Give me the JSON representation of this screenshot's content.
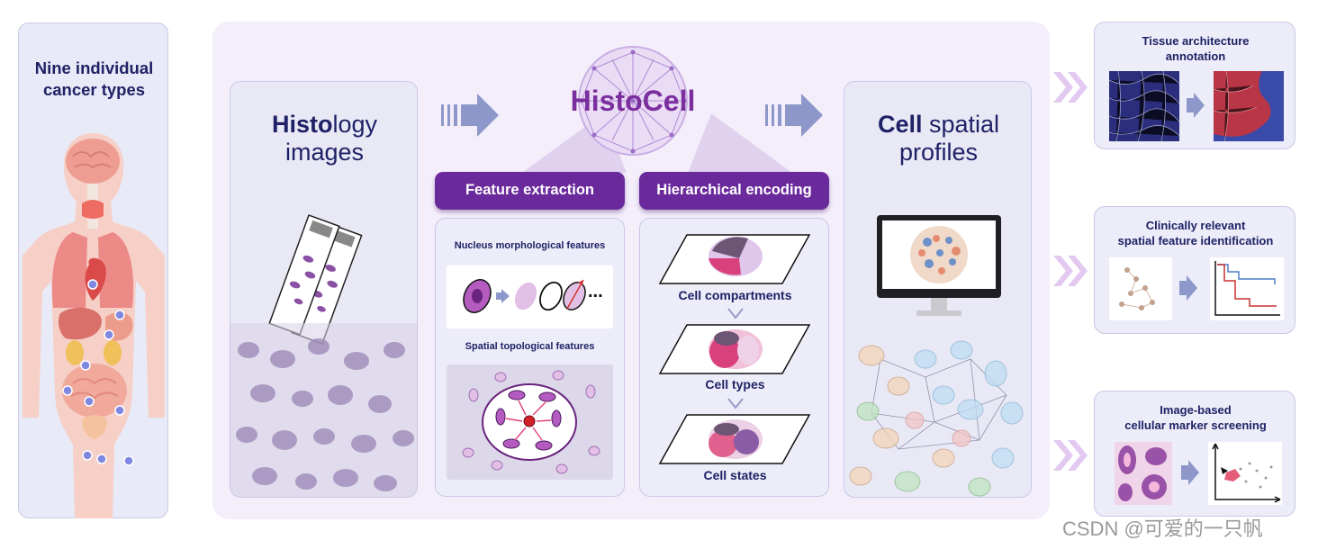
{
  "left_panel": {
    "title_line1": "Nine individual",
    "title_line2": "cancer types"
  },
  "histology": {
    "bold": "Histo",
    "rest": "logy",
    "line2": "images"
  },
  "center": {
    "logo": "HistoCell",
    "feature_extraction": {
      "header": "Feature extraction",
      "nucleus_label": "Nucleus morphological features",
      "ellipsis": "...",
      "spatial_label": "Spatial topological features"
    },
    "hierarchical_encoding": {
      "header": "Hierarchical encoding",
      "level1": "Cell compartments",
      "level2": "Cell types",
      "level3": "Cell states"
    }
  },
  "cell_profiles": {
    "bold": "Cell",
    "rest": " spatial",
    "line2": "profiles"
  },
  "apps": [
    {
      "title_line1": "Tissue architecture",
      "title_line2": "annotation"
    },
    {
      "title_line1": "Clinically relevant",
      "title_line2": "spatial feature identification"
    },
    {
      "title_line1": "Image-based",
      "title_line2": "cellular marker screening"
    }
  ],
  "watermark": "CSDN @可爱的一只帆",
  "colors": {
    "purple": "#6a2a9c",
    "navy": "#1f2166",
    "lilac": "#c8a6e2",
    "arrow_blue": "#8d97c9"
  }
}
